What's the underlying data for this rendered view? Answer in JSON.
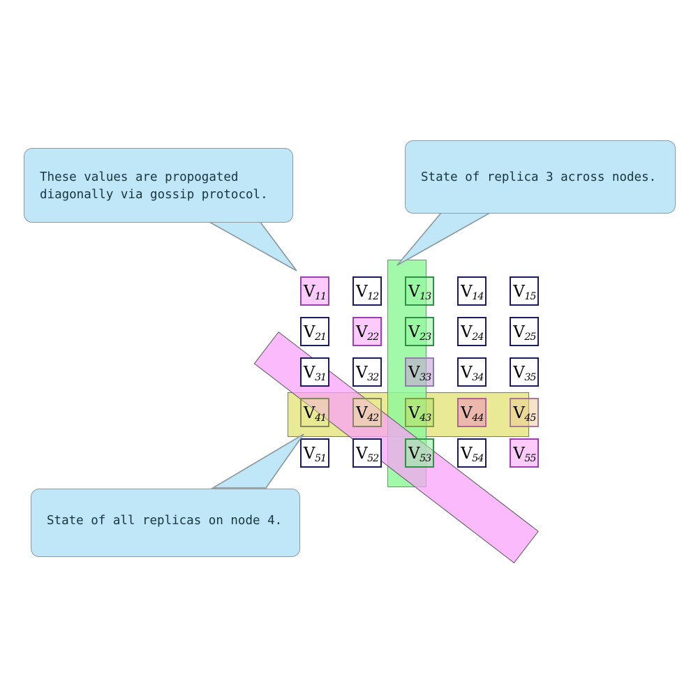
{
  "diagram": {
    "title": "Replica-state grid with gossip diagonal",
    "colors": {
      "cell_border": "#1a1a5e",
      "cell_fill": "#ffffff",
      "row_band": "#e8e88d",
      "row_band_border": "#7b7b62",
      "col_band": "#90f89a",
      "col_band_border": "#6f8f74",
      "diag_band": "#f9a0f9",
      "diag_band_border": "#5a5a5a",
      "callout_fill": "#bfe7f7",
      "callout_border": "#8d9ba1",
      "callout_text": "#17353f"
    },
    "grid": {
      "rows": 5,
      "cols": 5,
      "cells": [
        [
          {
            "base": "V",
            "sub": "11",
            "tint": "pink"
          },
          {
            "base": "V",
            "sub": "12",
            "tint": "none"
          },
          {
            "base": "V",
            "sub": "13",
            "tint": "green"
          },
          {
            "base": "V",
            "sub": "14",
            "tint": "none"
          },
          {
            "base": "V",
            "sub": "15",
            "tint": "none"
          }
        ],
        [
          {
            "base": "V",
            "sub": "21",
            "tint": "none"
          },
          {
            "base": "V",
            "sub": "22",
            "tint": "pink"
          },
          {
            "base": "V",
            "sub": "23",
            "tint": "green"
          },
          {
            "base": "V",
            "sub": "24",
            "tint": "none"
          },
          {
            "base": "V",
            "sub": "25",
            "tint": "none"
          }
        ],
        [
          {
            "base": "V",
            "sub": "31",
            "tint": "none"
          },
          {
            "base": "V",
            "sub": "32",
            "tint": "none"
          },
          {
            "base": "V",
            "sub": "33",
            "tint": "mauve"
          },
          {
            "base": "V",
            "sub": "34",
            "tint": "none"
          },
          {
            "base": "V",
            "sub": "35",
            "tint": "none"
          }
        ],
        [
          {
            "base": "V",
            "sub": "41",
            "tint": "yellow"
          },
          {
            "base": "V",
            "sub": "42",
            "tint": "yellow"
          },
          {
            "base": "V",
            "sub": "43",
            "tint": "lime"
          },
          {
            "base": "V",
            "sub": "44",
            "tint": "rose"
          },
          {
            "base": "V",
            "sub": "45",
            "tint": "yellowpink"
          }
        ],
        [
          {
            "base": "V",
            "sub": "51",
            "tint": "none"
          },
          {
            "base": "V",
            "sub": "52",
            "tint": "none"
          },
          {
            "base": "V",
            "sub": "53",
            "tint": "green"
          },
          {
            "base": "V",
            "sub": "54",
            "tint": "none"
          },
          {
            "base": "V",
            "sub": "55",
            "tint": "pink"
          }
        ]
      ]
    },
    "bands": {
      "diagonal": {
        "name": "gossip-diagonal",
        "color": "#f9a0f9"
      },
      "column": {
        "name": "replica-3-column",
        "color": "#90f89a"
      },
      "row": {
        "name": "node-4-row",
        "color": "#e8e88d"
      }
    },
    "callouts": {
      "gossip": {
        "text": "These values are propogated\ndiagonally via gossip protocol."
      },
      "replica": {
        "text": "State of replica 3 across nodes."
      },
      "node": {
        "text": "State of all replicas on node 4."
      }
    }
  }
}
